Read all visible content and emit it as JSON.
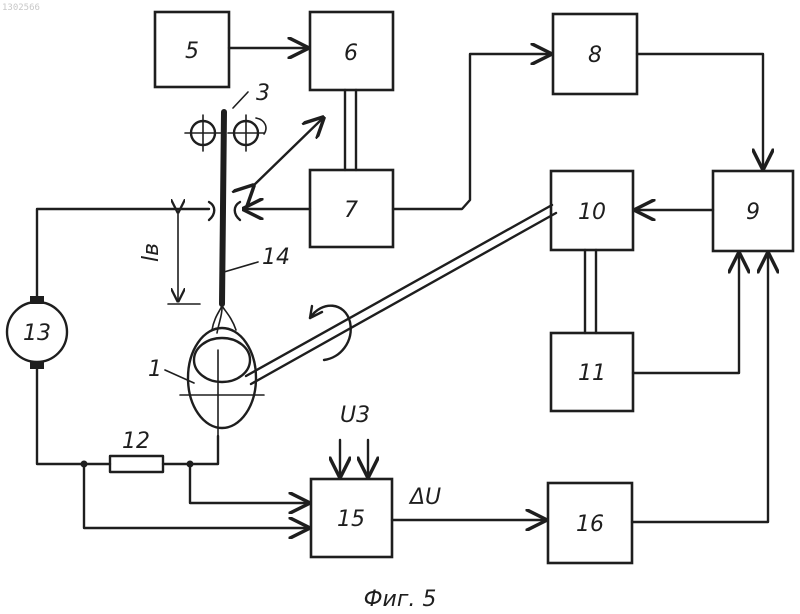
{
  "watermark": "1302566",
  "blocks": {
    "b5": "5",
    "b6": "6",
    "b7": "7",
    "b8": "8",
    "b9": "9",
    "b10": "10",
    "b11": "11",
    "b15": "15",
    "b16": "16"
  },
  "labels": {
    "n1": "1",
    "n3": "3",
    "n12": "12",
    "n13": "13",
    "n14": "14",
    "lv": "lв",
    "u3": "U3",
    "du": "ΔU"
  },
  "caption": "Фиг. 5",
  "colors": {
    "ink": "#1e1e1e",
    "paper": "#ffffff"
  }
}
